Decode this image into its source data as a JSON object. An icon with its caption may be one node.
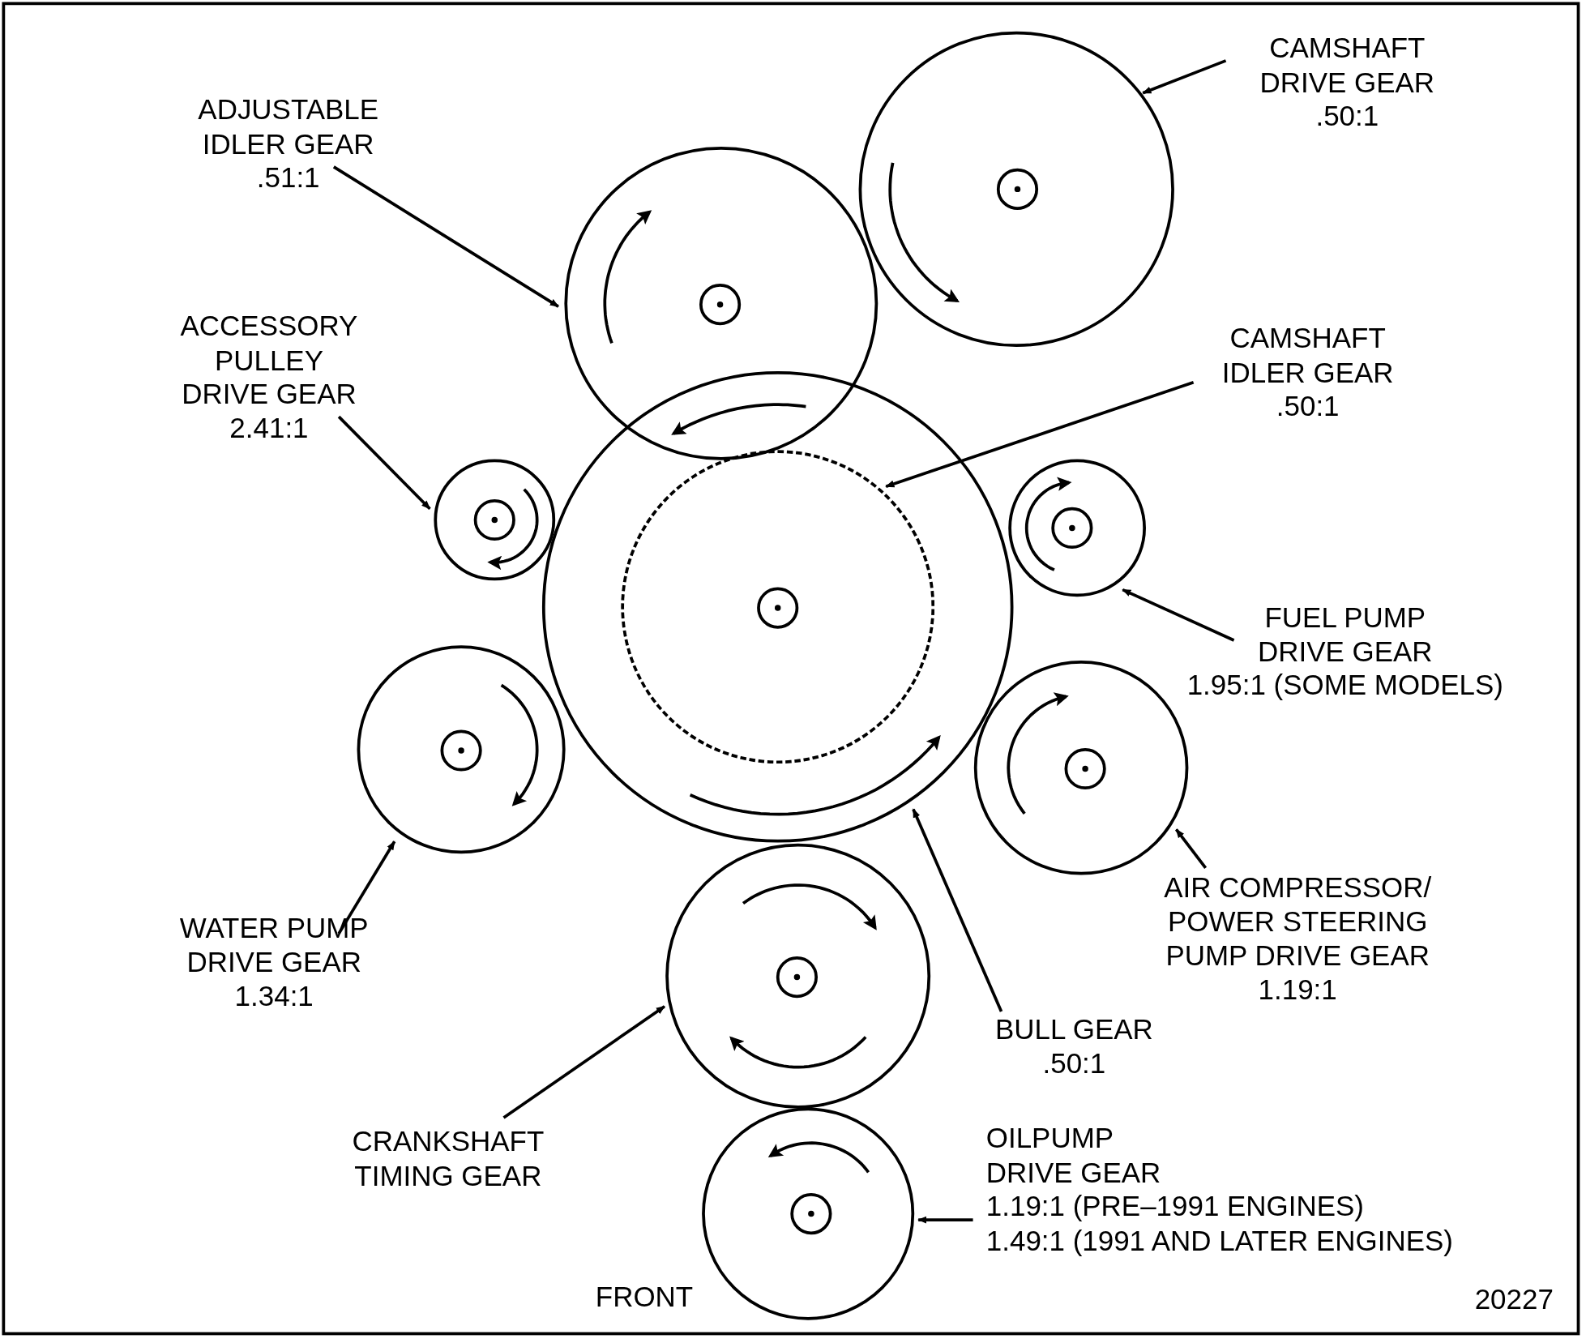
{
  "diagram": {
    "nodes": [
      {
        "text": [
          "CAMSHAFT DRIVE GEAR",
          ".50:1"
        ]
      },
      {
        "text": [
          "ADJUSTABLE IDLER GEAR",
          ".51:1"
        ]
      },
      {
        "text": [
          "ACCESSORY PULLEY DRIVE GEAR",
          "2.41:1"
        ]
      },
      {
        "text": [
          "CAMSHAFT IDLER GEAR",
          ".50:1"
        ]
      },
      {
        "text": [
          "FUEL PUMP DRIVE GEAR",
          "1.95:1 (SOME MODELS)"
        ]
      },
      {
        "text": [
          "WATER PUMP DRIVE GEAR",
          "1.34:1"
        ]
      },
      {
        "text": [
          "AIR COMPRESSOR/ POWER STEERING PUMP DRIVE GEAR",
          "1.19:1"
        ]
      },
      {
        "text": [
          "BULL GEAR",
          ".50:1"
        ]
      },
      {
        "text": [
          "CRANKSHAFT TIMING GEAR"
        ]
      },
      {
        "text": [
          "OILPUMP DRIVE GEAR",
          "1.19:1 (PRE–1991 ENGINES)",
          "1.49:1 (1991 AND LATER ENGINES)"
        ]
      },
      {
        "text": [],
        "shape": "circle"
      },
      {
        "text": [],
        "shape": "circle"
      },
      {
        "text": [],
        "shape": "circle"
      },
      {
        "text": [],
        "shape": "circle"
      },
      {
        "text": [],
        "shape": "circle",
        "in": 13
      },
      {
        "text": [],
        "shape": "circle"
      },
      {
        "text": [],
        "shape": "circle"
      },
      {
        "text": [],
        "shape": "circle"
      },
      {
        "text": [],
        "shape": "circle"
      },
      {
        "text": [],
        "shape": "circle"
      }
    ],
    "edges": [
      {
        "from": 0,
        "to": 10,
        "arrow": "to"
      },
      {
        "from": 1,
        "to": 11,
        "arrow": "to"
      },
      {
        "from": 2,
        "to": 12,
        "arrow": "to"
      },
      {
        "from": 3,
        "to": 14,
        "arrow": "to"
      },
      {
        "from": 4,
        "to": 15,
        "arrow": "to"
      },
      {
        "from": 5,
        "to": 16,
        "arrow": "to"
      },
      {
        "from": 6,
        "to": 17,
        "arrow": "to"
      },
      {
        "from": 7,
        "to": 13,
        "arrow": "to"
      },
      {
        "from": 8,
        "to": 18,
        "arrow": "to"
      },
      {
        "from": 9,
        "to": 19,
        "arrow": "to"
      }
    ],
    "labels": [
      "FRONT",
      "20227"
    ]
  }
}
